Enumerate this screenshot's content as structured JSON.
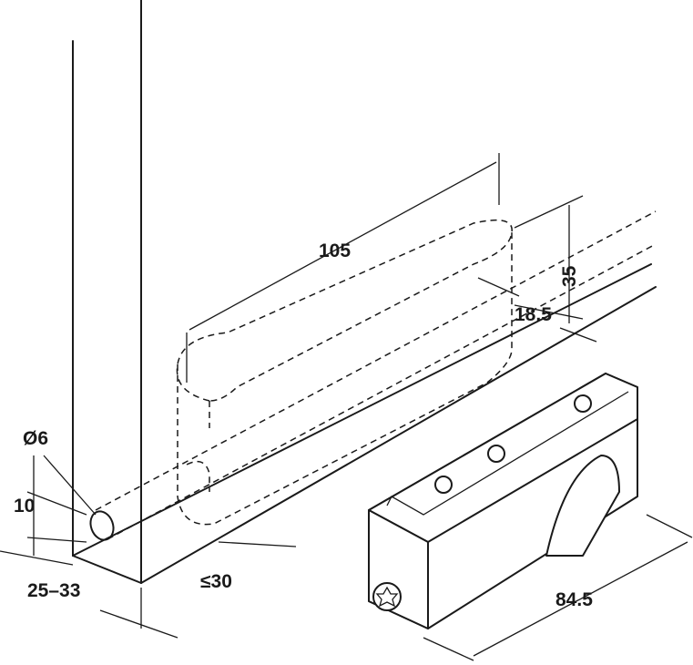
{
  "dimensions": {
    "slot_length": "105",
    "slot_height": "35",
    "slot_offset": "18.5",
    "hole_diameter": "Ø6",
    "hole_height": "10",
    "panel_thickness": "25–33",
    "edge_distance": "≤30",
    "fitting_length": "84.5"
  }
}
